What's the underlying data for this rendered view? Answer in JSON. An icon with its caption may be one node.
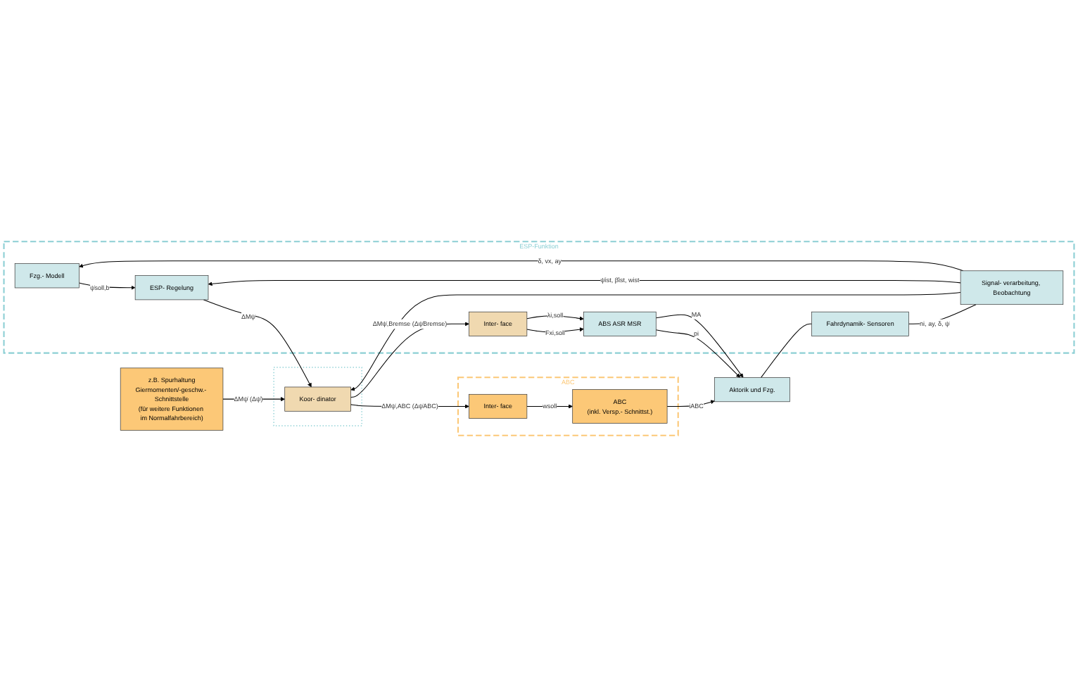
{
  "diagram": {
    "nodes": [
      {
        "text": [
          "ESP-Funktion"
        ]
      },
      {
        "text": [
          "ABC"
        ]
      },
      {
        "text": [],
        "shape": "box"
      },
      {
        "text": [
          "z.B. Spurhaltung",
          "Giermomenten/-geschw.- Schnittstelle",
          "(für weitere Funktionen im Normalfahrbereich)"
        ]
      },
      {
        "text": [
          "Fzg.- Modell"
        ],
        "in": 0
      },
      {
        "text": [
          "ESP- Regelung"
        ],
        "in": 0
      },
      {
        "text": [
          "Koor- dinator"
        ],
        "in": 2
      },
      {
        "text": [
          "Inter- face"
        ],
        "in": 1
      },
      {
        "text": [
          "ABC",
          "(inkl. Versp.- Schnittst.)"
        ],
        "in": 1
      },
      {
        "text": [
          "Inter- face"
        ],
        "in": 0
      },
      {
        "text": [
          "ABS ASR MSR"
        ],
        "in": 0
      },
      {
        "text": [
          "Aktorik und Fzg."
        ]
      },
      {
        "text": [
          "Signal- verarbeitung, Beobachtung"
        ],
        "in": 0
      },
      {
        "text": [
          "Fahrdynamik- Sensoren"
        ],
        "in": 0
      }
    ],
    "edges": [
      {
        "from": 3,
        "to": 6,
        "arrow": "to",
        "label": "ΔMψ̇ (Δψ̇)"
      },
      {
        "from": 4,
        "to": 5,
        "arrow": "to",
        "label": "ψ̇soll,b"
      },
      {
        "from": 12,
        "to": 4,
        "arrow": "to",
        "label": "δ, vx, ay"
      },
      {
        "from": 12,
        "to": 5,
        "arrow": "to",
        "label": "ψ̇ist, β̂ist, wist"
      },
      {
        "from": 12,
        "to": 6,
        "arrow": "to"
      },
      {
        "from": 5,
        "to": 6,
        "arrow": "to",
        "label": "ΔMψ̇"
      },
      {
        "from": 6,
        "to": 7,
        "arrow": "to",
        "label": "ΔMψ̇,ABC (Δψ̇ABC)"
      },
      {
        "from": 6,
        "to": 9,
        "arrow": "to",
        "label": "ΔMψ̇,Bremse (Δψ̇Bremse)"
      },
      {
        "from": 7,
        "to": 8,
        "arrow": "to",
        "label": "wsoll"
      },
      {
        "from": 8,
        "to": 11,
        "arrow": "to",
        "label": "iABC"
      },
      {
        "from": 9,
        "to": 10,
        "arrow": "to",
        "label": "Fxi,soll"
      },
      {
        "from": 9,
        "to": 10,
        "arrow": "to",
        "label": "λi,soll"
      },
      {
        "from": 10,
        "to": 11,
        "arrow": "to",
        "label": "pi"
      },
      {
        "from": 10,
        "to": 11,
        "arrow": "to",
        "label": "MA"
      },
      {
        "from": 11,
        "to": 13,
        "arrow": "none"
      },
      {
        "from": 13,
        "to": 12,
        "arrow": "none",
        "label": "ni, ay, δ, ψ̇"
      }
    ]
  }
}
